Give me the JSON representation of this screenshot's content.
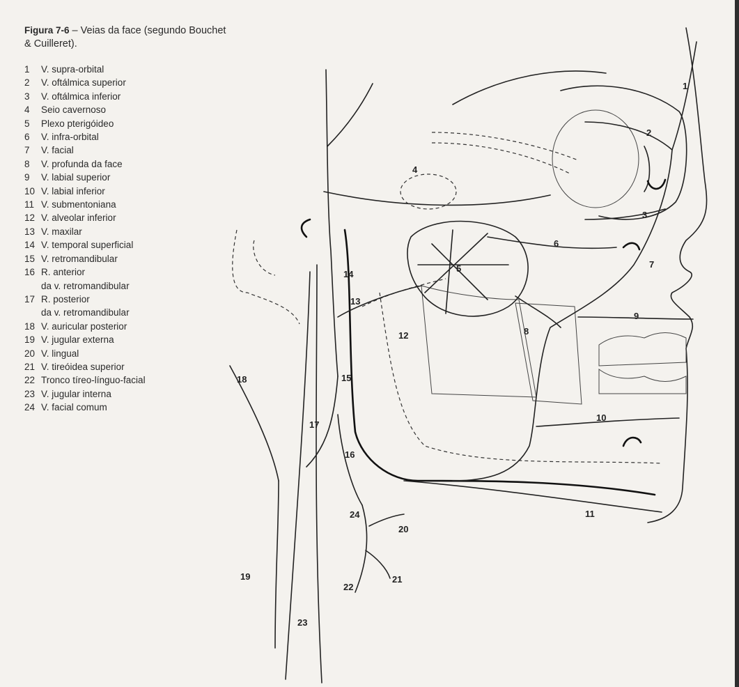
{
  "caption": {
    "figure": "Figura 7-6",
    "text": " – Veias da face (segundo Bouchet & Cuilleret)."
  },
  "legend": [
    {
      "num": "1",
      "text": "V. supra-orbital"
    },
    {
      "num": "2",
      "text": "V. oftálmica superior"
    },
    {
      "num": "3",
      "text": "V. oftálmica inferior"
    },
    {
      "num": "4",
      "text": "Seio cavernoso"
    },
    {
      "num": "5",
      "text": "Plexo pterigóideo"
    },
    {
      "num": "6",
      "text": "V. infra-orbital"
    },
    {
      "num": "7",
      "text": "V. facial"
    },
    {
      "num": "8",
      "text": "V. profunda da face"
    },
    {
      "num": "9",
      "text": "V. labial superior"
    },
    {
      "num": "10",
      "text": "V. labial inferior"
    },
    {
      "num": "11",
      "text": "V. submentoniana"
    },
    {
      "num": "12",
      "text": "V. alveolar inferior"
    },
    {
      "num": "13",
      "text": "V. maxilar"
    },
    {
      "num": "14",
      "text": "V. temporal superficial"
    },
    {
      "num": "15",
      "text": "V. retromandibular"
    },
    {
      "num": "16",
      "text": "R. anterior",
      "sub": "da v. retromandibular"
    },
    {
      "num": "17",
      "text": "R. posterior",
      "sub": "da v. retromandibular"
    },
    {
      "num": "18",
      "text": "V. auricular posterior"
    },
    {
      "num": "19",
      "text": "V. jugular externa"
    },
    {
      "num": "20",
      "text": "V. lingual"
    },
    {
      "num": "21",
      "text": "V. tireóidea superior"
    },
    {
      "num": "22",
      "text": "Tronco tíreo-línguo-facial"
    },
    {
      "num": "23",
      "text": "V. jugular interna"
    },
    {
      "num": "24",
      "text": "V. facial comum"
    }
  ],
  "diagram_labels": [
    "1",
    "2",
    "3",
    "4",
    "5",
    "6",
    "7",
    "8",
    "9",
    "10",
    "11",
    "12",
    "13",
    "14",
    "15",
    "16",
    "17",
    "18",
    "19",
    "20",
    "21",
    "22",
    "23",
    "24"
  ]
}
